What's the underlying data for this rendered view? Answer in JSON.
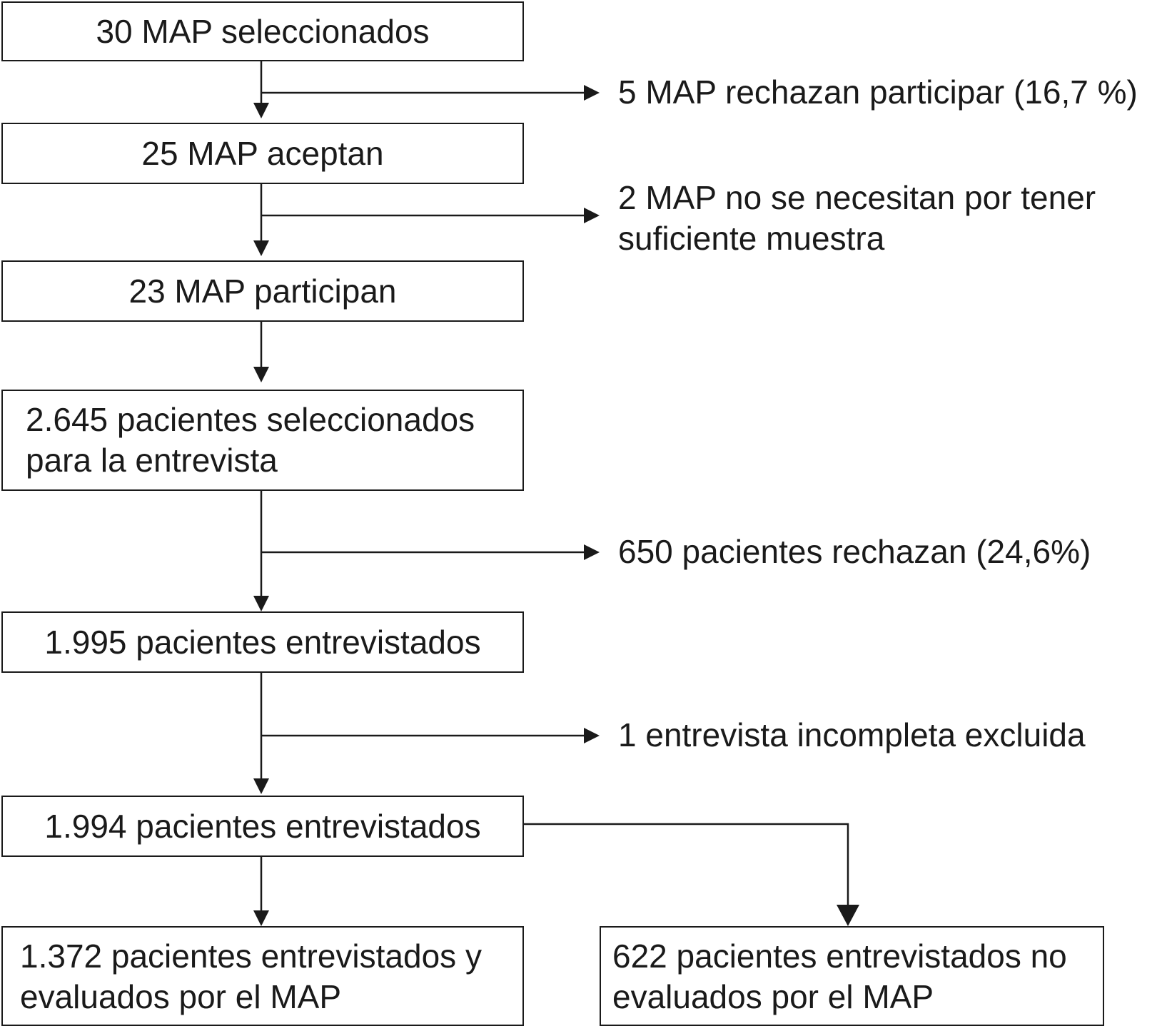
{
  "flowchart": {
    "boxes": {
      "map_selected": "30 MAP seleccionados",
      "map_accept": "25 MAP aceptan",
      "map_participate": "23 MAP participan",
      "patients_selected_1": "2.645 pacientes seleccionados",
      "patients_selected_2": "para la entrevista",
      "patients_interviewed_1995": "1.995 pacientes entrevistados",
      "patients_interviewed_1994": "1.994 pacientes entrevistados",
      "evaluated_1": "1.372 pacientes entrevistados y",
      "evaluated_2": "evaluados por el MAP",
      "not_evaluated_1": "622 pacientes entrevistados no",
      "not_evaluated_2": "evaluados por el MAP"
    },
    "exclusions": {
      "map_refuse": "5 MAP rechazan participar (16,7 %)",
      "map_not_needed_1": "2 MAP no se necesitan por tener",
      "map_not_needed_2": "suficiente muestra",
      "patients_refuse": "650 pacientes rechazan (24,6%)",
      "incomplete_excluded": "1 entrevista incompleta excluida"
    }
  }
}
